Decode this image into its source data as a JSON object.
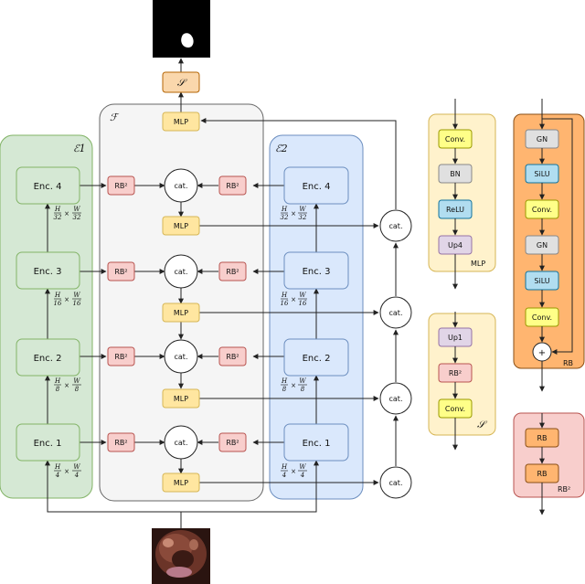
{
  "groups": {
    "e1": "ℰ1",
    "f": "ℱ",
    "e2": "ℰ2",
    "s": "𝒮",
    "mlp_panel": "MLP",
    "s_panel": "𝒮",
    "rb_panel": "RB",
    "rb2_panel": "RB²"
  },
  "encoder1": [
    "Enc. 4",
    "Enc. 3",
    "Enc. 2",
    "Enc. 1"
  ],
  "encoder2": [
    "Enc. 4",
    "Enc. 3",
    "Enc. 2",
    "Enc. 1"
  ],
  "blocks": {
    "rb2": "RB²",
    "cat": "cat.",
    "mlp": "MLP",
    "s_out": "𝒮"
  },
  "scales": [
    {
      "h": "H",
      "hd": "32",
      "w": "W",
      "wd": "32"
    },
    {
      "h": "H",
      "hd": "16",
      "w": "W",
      "wd": "16"
    },
    {
      "h": "H",
      "hd": "8",
      "w": "W",
      "wd": "8"
    },
    {
      "h": "H",
      "hd": "4",
      "w": "W",
      "wd": "4"
    }
  ],
  "times": "×",
  "mlp_panel_items": [
    "Conv.",
    "BN",
    "ReLU",
    "Up4"
  ],
  "s_panel_items": [
    "Up1",
    "RB²",
    "Conv."
  ],
  "rb_panel_items": [
    "GN",
    "SiLU",
    "Conv.",
    "GN",
    "SiLU",
    "Conv."
  ],
  "rb_panel_add": "+",
  "rb2_panel_items": [
    "RB",
    "RB"
  ]
}
